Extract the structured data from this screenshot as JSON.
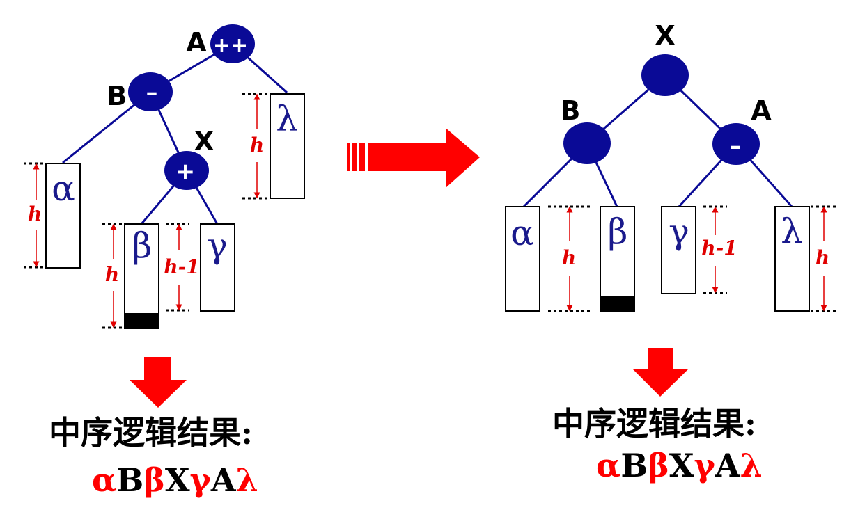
{
  "left_tree": {
    "node_labels": {
      "A": "A",
      "B": "B",
      "X": "X"
    },
    "balance_factors": {
      "A": "++",
      "B": "–",
      "X": "+"
    },
    "subtrees": {
      "alpha": "α",
      "beta": "β",
      "gamma": "γ",
      "lambda": "λ"
    },
    "height_labels": {
      "alpha": "h",
      "beta": "h",
      "gamma": "h-1",
      "lambda": "h"
    }
  },
  "right_tree": {
    "node_labels": {
      "X": "X",
      "B": "B",
      "A": "A"
    },
    "balance_factors": {
      "A": "–"
    },
    "subtrees": {
      "alpha": "α",
      "beta": "β",
      "gamma": "γ",
      "lambda": "λ"
    },
    "height_labels": {
      "alpha": "h",
      "gamma": "h-1",
      "lambda": "h"
    }
  },
  "captions": {
    "left": "中序逻辑结果:",
    "right": "中序逻辑结果:"
  },
  "sequences": {
    "left": [
      {
        "t": "α",
        "c": "red"
      },
      {
        "t": "B",
        "c": "black"
      },
      {
        "t": "β",
        "c": "red"
      },
      {
        "t": "X",
        "c": "black"
      },
      {
        "t": "γ",
        "c": "red"
      },
      {
        "t": "A",
        "c": "black"
      },
      {
        "t": "λ",
        "c": "red"
      }
    ],
    "right": [
      {
        "t": "α",
        "c": "red"
      },
      {
        "t": "B",
        "c": "black"
      },
      {
        "t": "β",
        "c": "red"
      },
      {
        "t": "X",
        "c": "black"
      },
      {
        "t": "γ",
        "c": "red"
      },
      {
        "t": "A",
        "c": "black"
      },
      {
        "t": "λ",
        "c": "red"
      }
    ]
  },
  "colors": {
    "node": "#0a0a96",
    "edge": "#0a0a96",
    "arrow": "#ff0000",
    "height": "#e00000",
    "greek": "#1a1a8c"
  }
}
